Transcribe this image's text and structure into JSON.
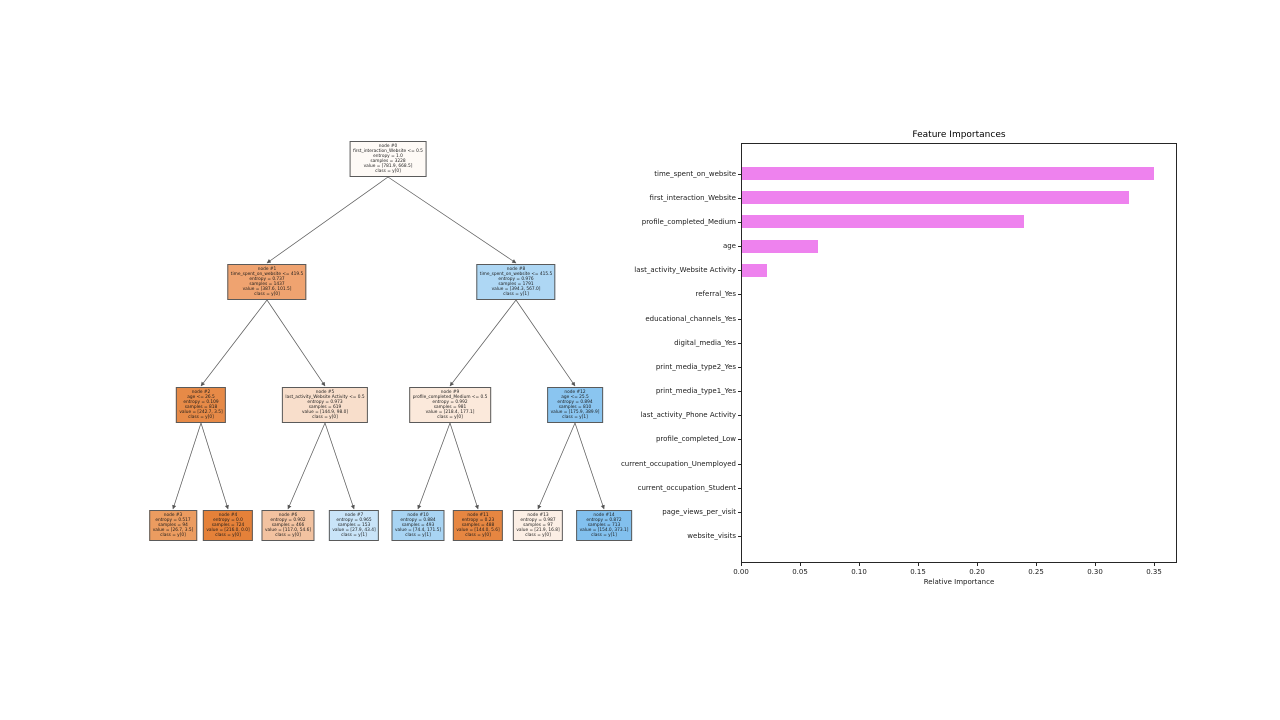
{
  "chart_data": {
    "type": "bar",
    "orientation": "horizontal",
    "title": "Feature Importances",
    "xlabel": "Relative Importance",
    "ylabel": "",
    "categories": [
      "time_spent_on_website",
      "first_interaction_Website",
      "profile_completed_Medium",
      "age",
      "last_activity_Website Activity",
      "referral_Yes",
      "educational_channels_Yes",
      "digital_media_Yes",
      "print_media_type2_Yes",
      "print_media_type1_Yes",
      "last_activity_Phone Activity",
      "profile_completed_Low",
      "current_occupation_Unemployed",
      "current_occupation_Student",
      "page_views_per_visit",
      "website_visits"
    ],
    "values": [
      0.349,
      0.328,
      0.239,
      0.064,
      0.021,
      0,
      0,
      0,
      0,
      0,
      0,
      0,
      0,
      0,
      0,
      0
    ],
    "xticks": [
      "0.00",
      "0.05",
      "0.10",
      "0.15",
      "0.20",
      "0.25",
      "0.30",
      "0.35"
    ],
    "xlim": [
      0,
      0.37
    ],
    "bar_color": "#ee82ee",
    "grid": false,
    "legend": false
  },
  "tree": {
    "nodes": [
      {
        "id": 0,
        "color": "#fefaf6",
        "lines": [
          "node #0",
          "first_interaction_Website <= 0.5",
          "entropy = 1.0",
          "samples = 3228",
          "value = [781.9, 668.5]",
          "class = y[0]"
        ]
      },
      {
        "id": 1,
        "color": "#efa370",
        "lines": [
          "node #1",
          "time_spent_on_website <= 419.5",
          "entropy = 0.737",
          "samples = 1437",
          "value = [387.6, 101.5]",
          "class = y[0]"
        ]
      },
      {
        "id": 8,
        "color": "#aed7f4",
        "lines": [
          "node #8",
          "time_spent_on_website <= 415.5",
          "entropy = 0.976",
          "samples = 1791",
          "value = [394.3, 567.0]",
          "class = y[1]"
        ]
      },
      {
        "id": 2,
        "color": "#e78a47",
        "lines": [
          "node #2",
          "age <= 26.5",
          "entropy = 0.109",
          "samples = 818",
          "value = [242.7, 3.5]",
          "class = y[0]"
        ]
      },
      {
        "id": 5,
        "color": "#f8decb",
        "lines": [
          "node #5",
          "last_activity_Website Activity <= 0.5",
          "entropy = 0.973",
          "samples = 619",
          "value = [144.9, 98.0]",
          "class = y[0]"
        ]
      },
      {
        "id": 9,
        "color": "#fbe9db",
        "lines": [
          "node #9",
          "profile_completed_Medium <= 0.5",
          "entropy = 0.992",
          "samples = 981",
          "value = [218.4, 177.1]",
          "class = y[0]"
        ]
      },
      {
        "id": 12,
        "color": "#8ac5f0",
        "lines": [
          "node #12",
          "age <= 25.5",
          "entropy = 0.894",
          "samples = 810",
          "value = [175.9, 389.9]",
          "class = y[1]"
        ]
      },
      {
        "id": 3,
        "color": "#eb9c60",
        "lines": [
          "node #3",
          "entropy = 0.517",
          "samples = 94",
          "value = [26.7, 3.5]",
          "class = y[0]"
        ]
      },
      {
        "id": 4,
        "color": "#e58139",
        "lines": [
          "node #4",
          "entropy = 0.0",
          "samples = 724",
          "value = [216.0, 0.0]",
          "class = y[0]"
        ]
      },
      {
        "id": 6,
        "color": "#f2c2a0",
        "lines": [
          "node #6",
          "entropy = 0.902",
          "samples = 466",
          "value = [117.0, 54.6]",
          "class = y[0]"
        ]
      },
      {
        "id": 7,
        "color": "#c9e4f8",
        "lines": [
          "node #7",
          "entropy = 0.965",
          "samples = 153",
          "value = [27.9, 43.4]",
          "class = y[1]"
        ]
      },
      {
        "id": 10,
        "color": "#a8d4f3",
        "lines": [
          "node #10",
          "entropy = 0.884",
          "samples = 493",
          "value = [74.4, 171.5]",
          "class = y[1]"
        ]
      },
      {
        "id": 11,
        "color": "#e68641",
        "lines": [
          "node #11",
          "entropy = 0.23",
          "samples = 488",
          "value = [144.0, 5.6]",
          "class = y[0]"
        ]
      },
      {
        "id": 13,
        "color": "#fcefe5",
        "lines": [
          "node #13",
          "entropy = 0.987",
          "samples = 97",
          "value = [21.9, 16.8]",
          "class = y[0]"
        ]
      },
      {
        "id": 14,
        "color": "#82c0ee",
        "lines": [
          "node #14",
          "entropy = 0.872",
          "samples = 713",
          "value = [154.0, 373.1]",
          "class = y[1]"
        ]
      }
    ],
    "edges": [
      [
        0,
        1
      ],
      [
        0,
        8
      ],
      [
        1,
        2
      ],
      [
        1,
        5
      ],
      [
        8,
        9
      ],
      [
        8,
        12
      ],
      [
        2,
        3
      ],
      [
        2,
        4
      ],
      [
        5,
        6
      ],
      [
        5,
        7
      ],
      [
        9,
        10
      ],
      [
        9,
        11
      ],
      [
        12,
        13
      ],
      [
        12,
        14
      ]
    ]
  }
}
